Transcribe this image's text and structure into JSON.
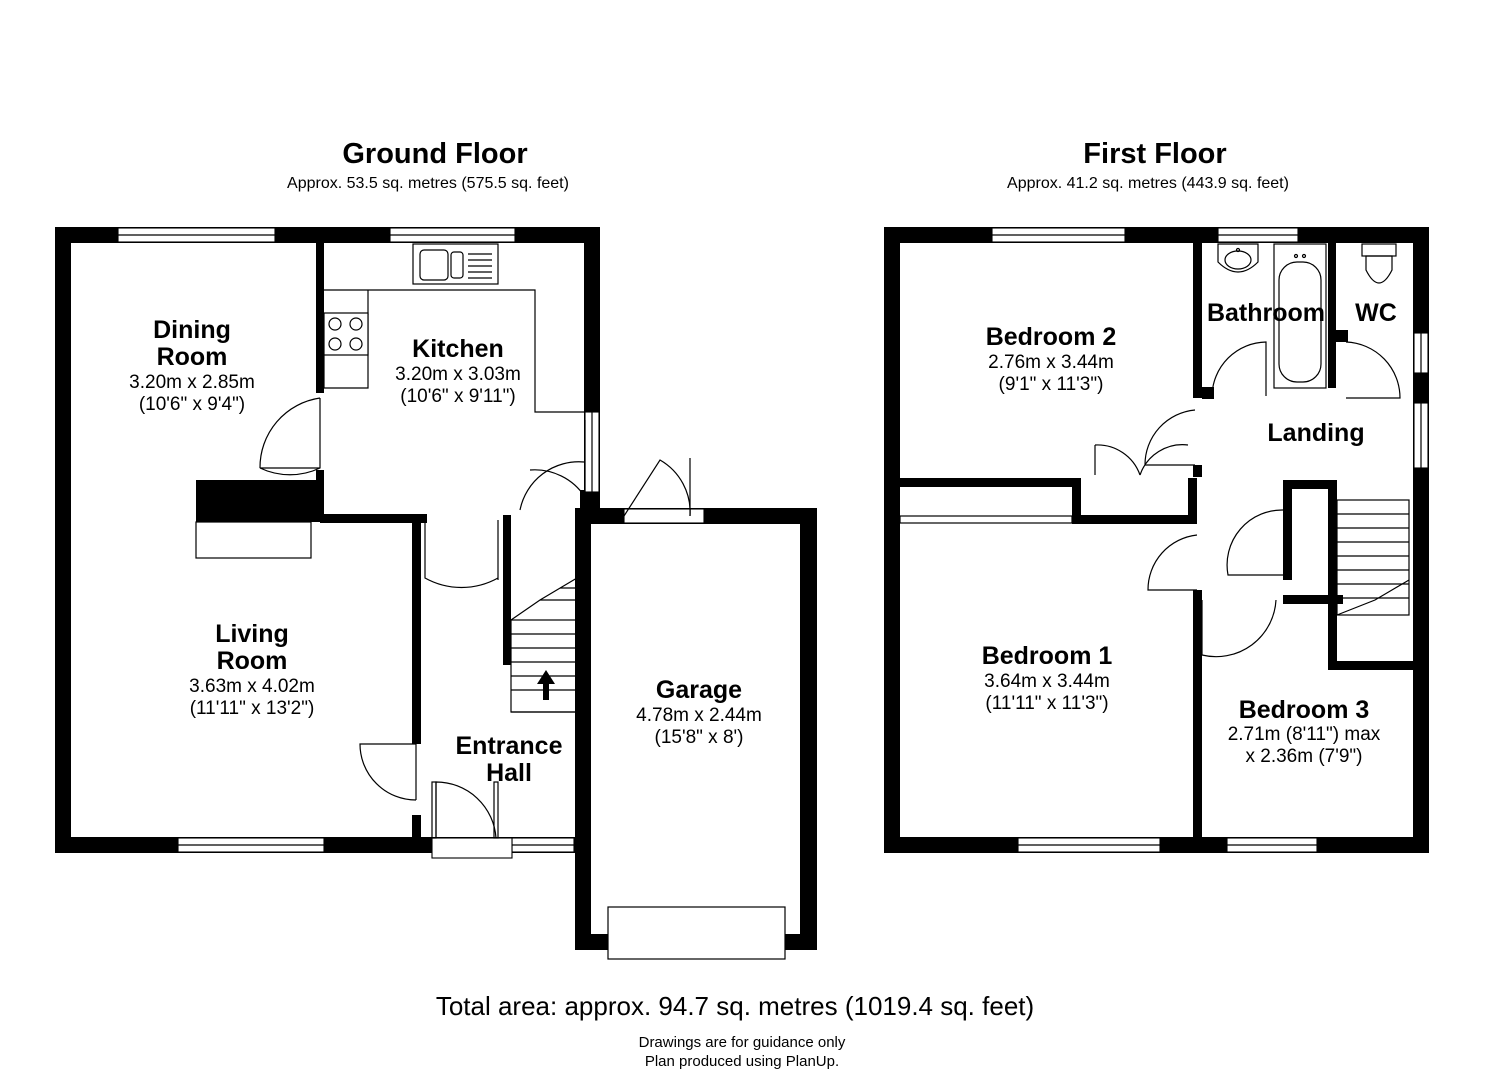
{
  "ground_floor": {
    "title": "Ground Floor",
    "area": "Approx. 53.5 sq. metres (575.5 sq. feet)",
    "rooms": {
      "dining": {
        "name_1": "Dining",
        "name_2": "Room",
        "dim_metric": "3.20m x 2.85m",
        "dim_imperial": "(10'6\" x 9'4\")"
      },
      "kitchen": {
        "name_1": "Kitchen",
        "dim_metric": "3.20m x 3.03m",
        "dim_imperial": "(10'6\" x 9'11\")"
      },
      "living": {
        "name_1": "Living",
        "name_2": "Room",
        "dim_metric": "3.63m x 4.02m",
        "dim_imperial": "(11'11\" x 13'2\")"
      },
      "garage": {
        "name_1": "Garage",
        "dim_metric": "4.78m x 2.44m",
        "dim_imperial": "(15'8\" x 8')"
      },
      "entrance": {
        "name_1": "Entrance",
        "name_2": "Hall"
      }
    }
  },
  "first_floor": {
    "title": "First Floor",
    "area": "Approx. 41.2 sq. metres (443.9 sq. feet)",
    "rooms": {
      "bedroom2": {
        "name_1": "Bedroom 2",
        "dim_metric": "2.76m x 3.44m",
        "dim_imperial": "(9'1\" x 11'3\")"
      },
      "bathroom": {
        "name_1": "Bathroom"
      },
      "wc": {
        "name_1": "WC"
      },
      "landing": {
        "name_1": "Landing"
      },
      "bedroom1": {
        "name_1": "Bedroom 1",
        "dim_metric": "3.64m x 3.44m",
        "dim_imperial": "(11'11\" x 11'3\")"
      },
      "bedroom3": {
        "name_1": "Bedroom 3",
        "dim_line_1": "2.71m (8'11\") max",
        "dim_line_2": "x 2.36m (7'9\")"
      }
    }
  },
  "footer": {
    "total_area": "Total area: approx. 94.7 sq. metres (1019.4 sq. feet)",
    "disclaimer_1": "Drawings are for guidance only",
    "disclaimer_2": "Plan produced using PlanUp."
  }
}
